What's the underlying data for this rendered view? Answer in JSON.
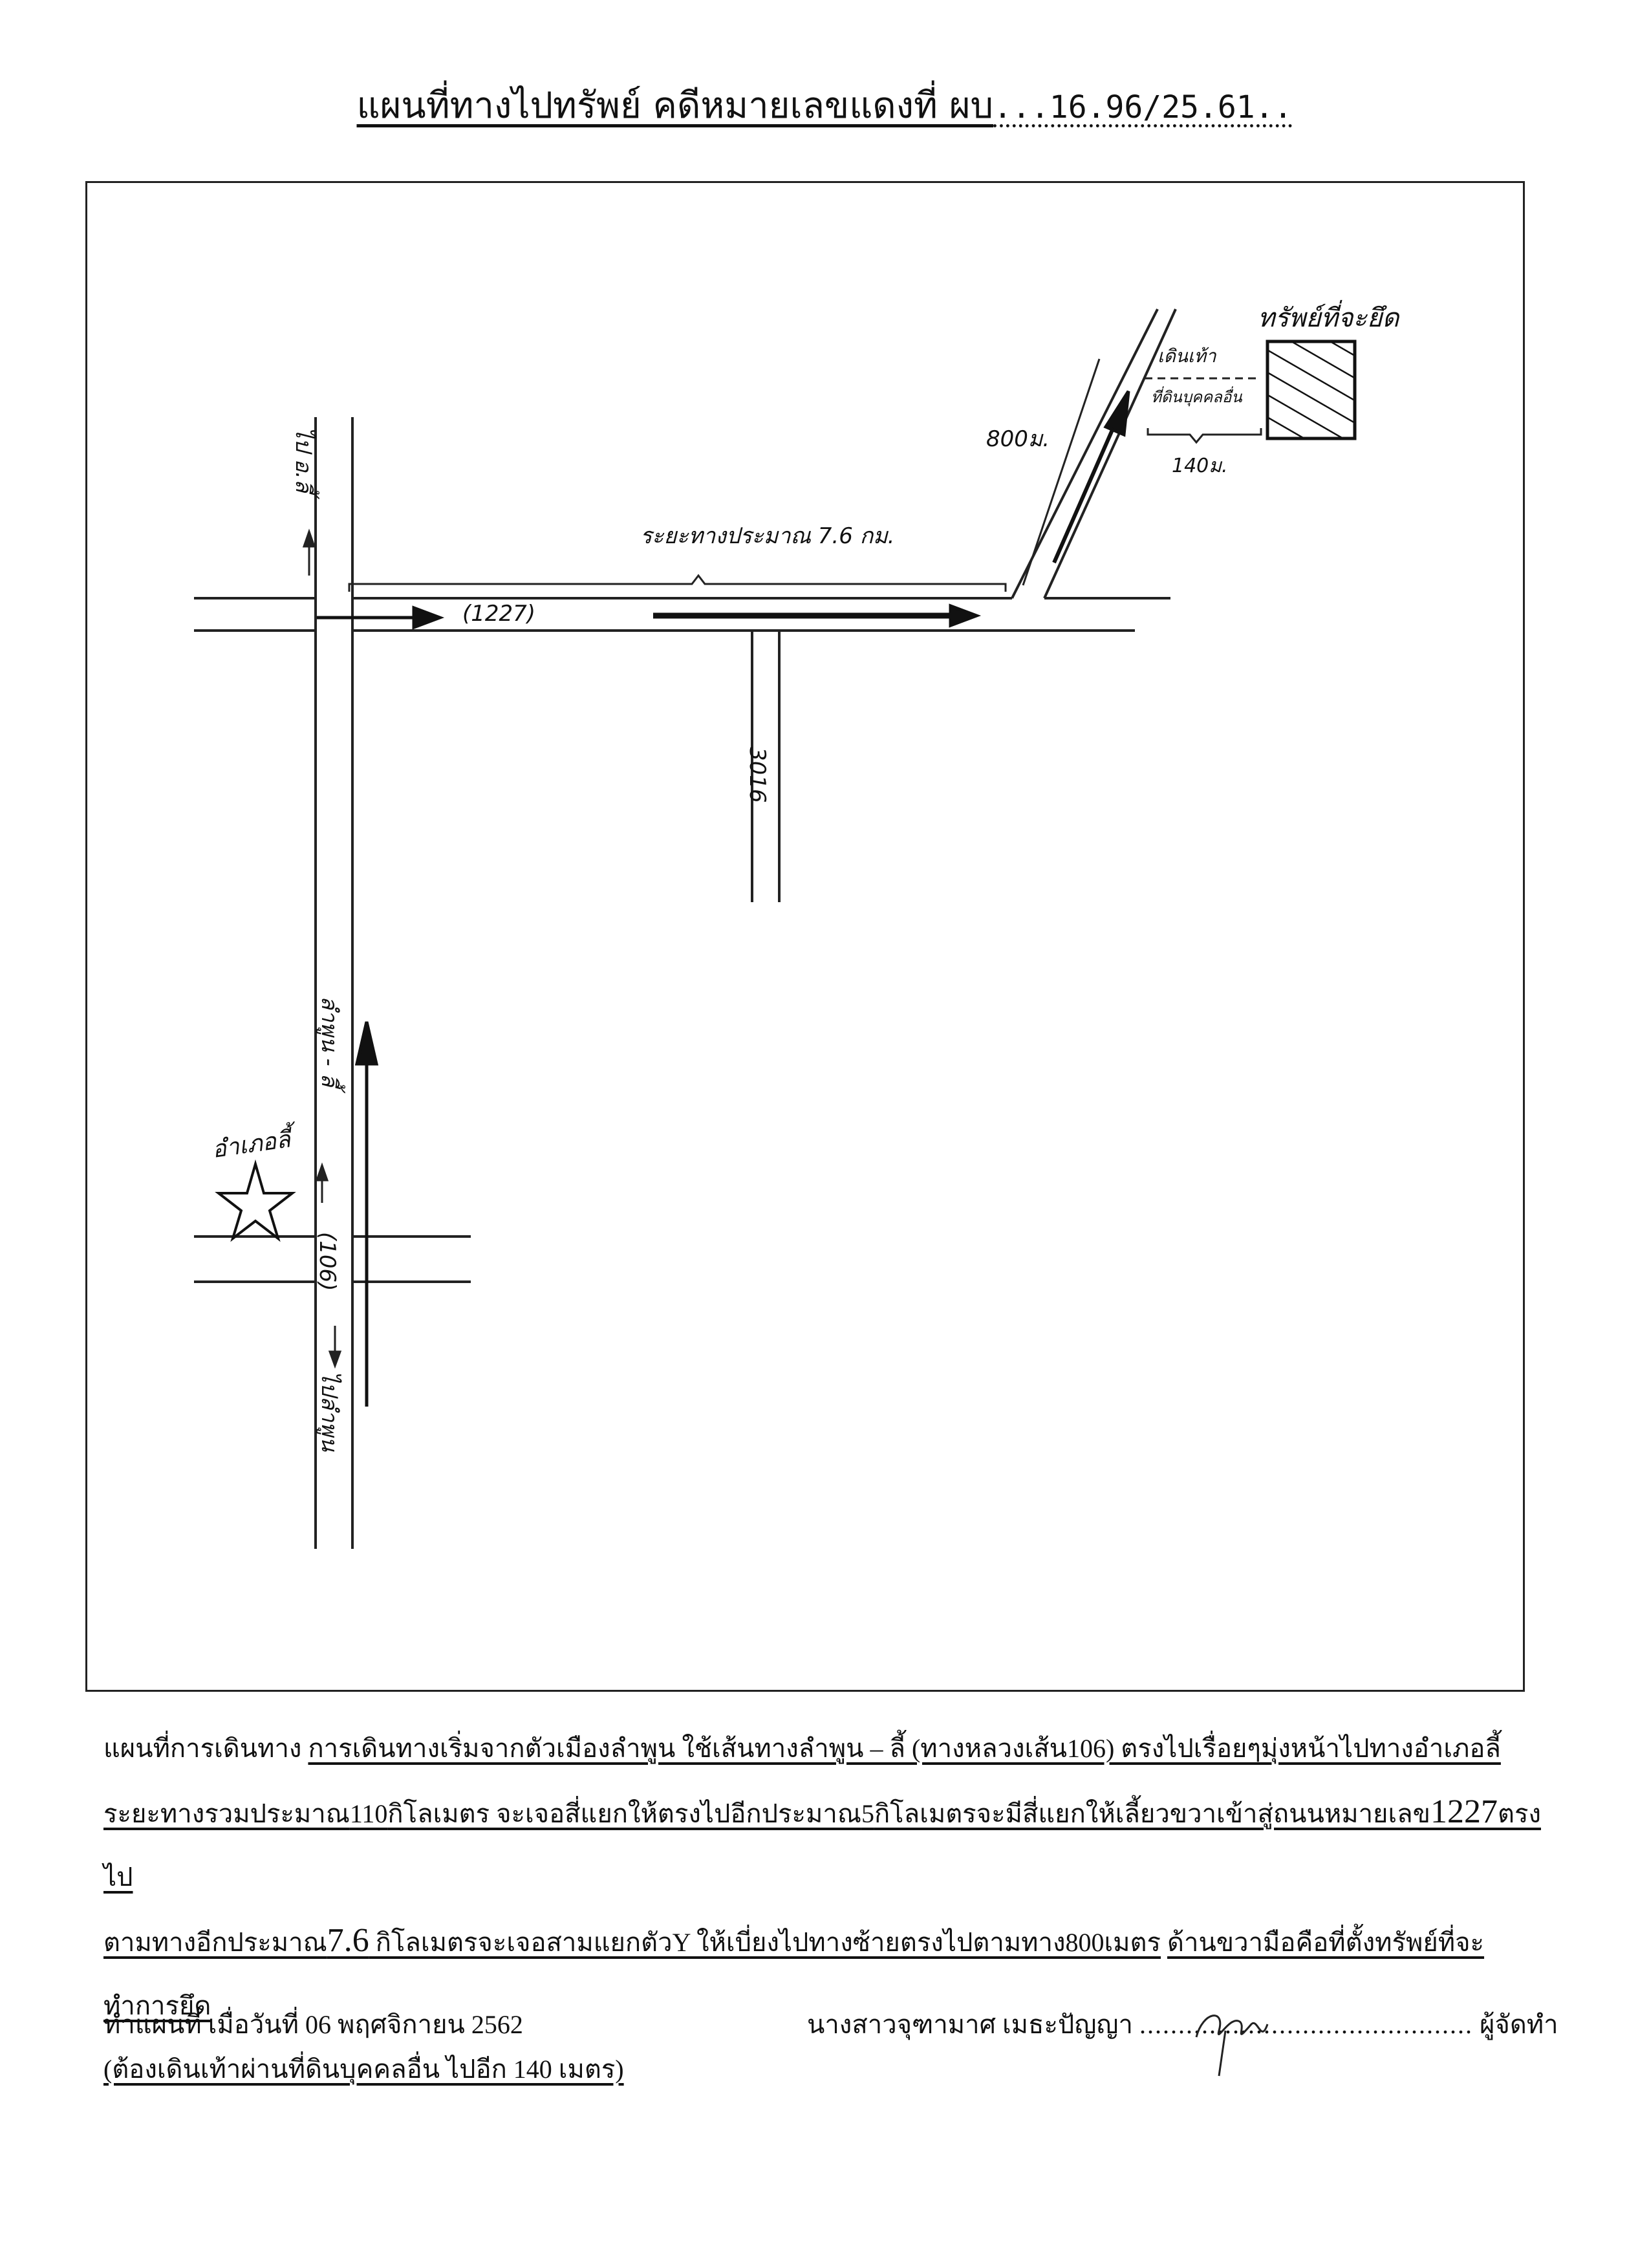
{
  "header": {
    "title": "แผนที่ทางไปทรัพย์  คดีหมายเลขแดงที่ ผบ",
    "case_number": "...16.96/25.61.."
  },
  "map": {
    "labels": {
      "north_road_left": "ไป อ.ลี้",
      "road_1227": "(1227)",
      "distance_7_6": "ระยะทางประมาณ 7.6 กม.",
      "road_3016": "3016",
      "distance_800": "800ม.",
      "walk": "เดินเท้า",
      "other_land": "ที่ดินบุคคลอื่น",
      "distance_140": "140ม.",
      "property": "ทรัพย์ที่จะยึด",
      "lamphun_li": "ลำพูน - ลี้",
      "road_106": "(106)",
      "to_lamphun": "ไปลำพูน",
      "district_li": "อำเภอลี้"
    }
  },
  "description": {
    "intro": "แผนที่การเดินทาง",
    "line1_underlined": "การเดินทางเริ่มจากตัวเมืองลำพูน ใช้เส้นทางลำพูน – ลี้ (ทางหลวงเส้น106) ตรงไปเรื่อยๆมุ่งหน้าไปทางอำเภอลี้",
    "line2_a": "ระยะทางรวมประมาณ",
    "line2_b": "110",
    "line2_c": "กิโลเมตร จะเจอสี่แยกให้ตรงไปอีกประมาณ",
    "line2_d": "5",
    "line2_e": "กิโลเมตรจะมีสี่แยกให้เลี้ยวขวาเข้าสู่ถนนหมายเลข",
    "line2_f": "1227",
    "line2_g": "ตรงไป",
    "line3_a": "ตามทางอีกประมาณ",
    "line3_b": "7.6",
    "line3_c": " กิโลเมตรจะเจอสามแยกตัวY ให้เบี่ยงไปทางซ้ายตรงไปตามทาง800เมตร",
    "line3_d": "ด้านขวามือคือที่ตั้งทรัพย์ที่จะทำการยึด",
    "line4": "(ต้องเดินเท้าผ่านที่ดินบุคคลอื่น ไปอีก 140 เมตร)"
  },
  "footer": {
    "date_text": "ทำแผนที่ เมื่อวันที่ 06 พฤศจิกายน 2562",
    "maker_name": "นางสาวจุฑามาศ เมธะปัญญา",
    "signature_dots": "...........................................",
    "maker_role": "ผู้จัดทำ"
  }
}
